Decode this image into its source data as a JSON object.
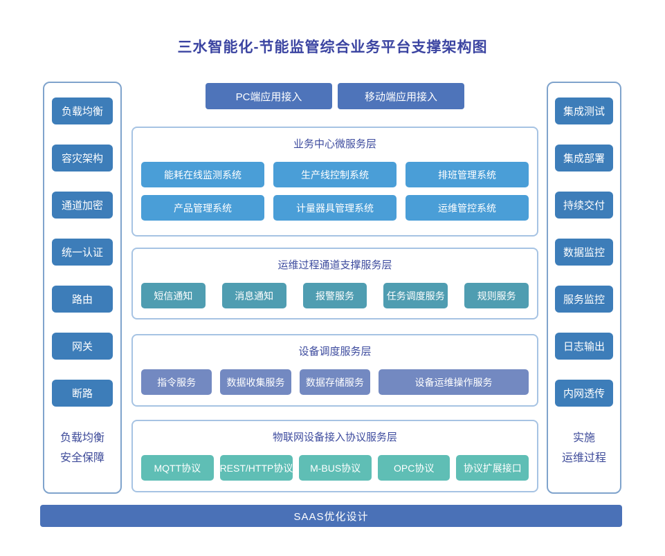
{
  "page_title": "三水智能化-节能监管综合业务平台支撑架构图",
  "access_layer": {
    "buttons": [
      "PC端应用接入",
      "移动端应用接入"
    ]
  },
  "left_panel": {
    "items": [
      "负载均衡",
      "容灾架构",
      "通道加密",
      "统一认证",
      "路由",
      "网关",
      "断路"
    ],
    "caption": [
      "负载均衡",
      "安全保障"
    ]
  },
  "right_panel": {
    "items": [
      "集成测试",
      "集成部署",
      "持续交付",
      "数据监控",
      "服务监控",
      "日志输出",
      "内网透传"
    ],
    "caption": [
      "实施",
      "运维过程"
    ]
  },
  "layers": [
    {
      "title": "业务中心微服务层",
      "rows": [
        [
          "能耗在线监测系统",
          "生产线控制系统",
          "排班管理系统"
        ],
        [
          "产品管理系统",
          "计量器具管理系统",
          "运维管控系统"
        ]
      ]
    },
    {
      "title": "运维过程通道支撑服务层",
      "items": [
        "短信通知",
        "消息通知",
        "报警服务",
        "任务调度服务",
        "规则服务"
      ]
    },
    {
      "title": "设备调度服务层",
      "items": [
        "指令服务",
        "数据收集服务",
        "数据存储服务",
        "设备运维操作服务"
      ]
    },
    {
      "title": "物联网设备接入协议服务层",
      "items": [
        "MQTT协议",
        "REST/HTTP协议",
        "M-BUS协议",
        "OPC协议",
        "协议扩展接口"
      ]
    }
  ],
  "footer": {
    "label": "SAAS优化设计"
  },
  "colors": {
    "title_text": "#3b44a1",
    "layer_title_text": "#3d4b9e",
    "caption_text": "#3d4a99",
    "side_box": "#3d7db9",
    "access_button": "#4e74ba",
    "business_box": "#4a9ed7",
    "channel_box": "#4f9db1",
    "device_box": "#7389c1",
    "protocol_box": "#5fbeb5",
    "footer_bar": "#4a71b7",
    "panel_border": "#7fa3cc",
    "layer_border": "#a6c3e3"
  }
}
